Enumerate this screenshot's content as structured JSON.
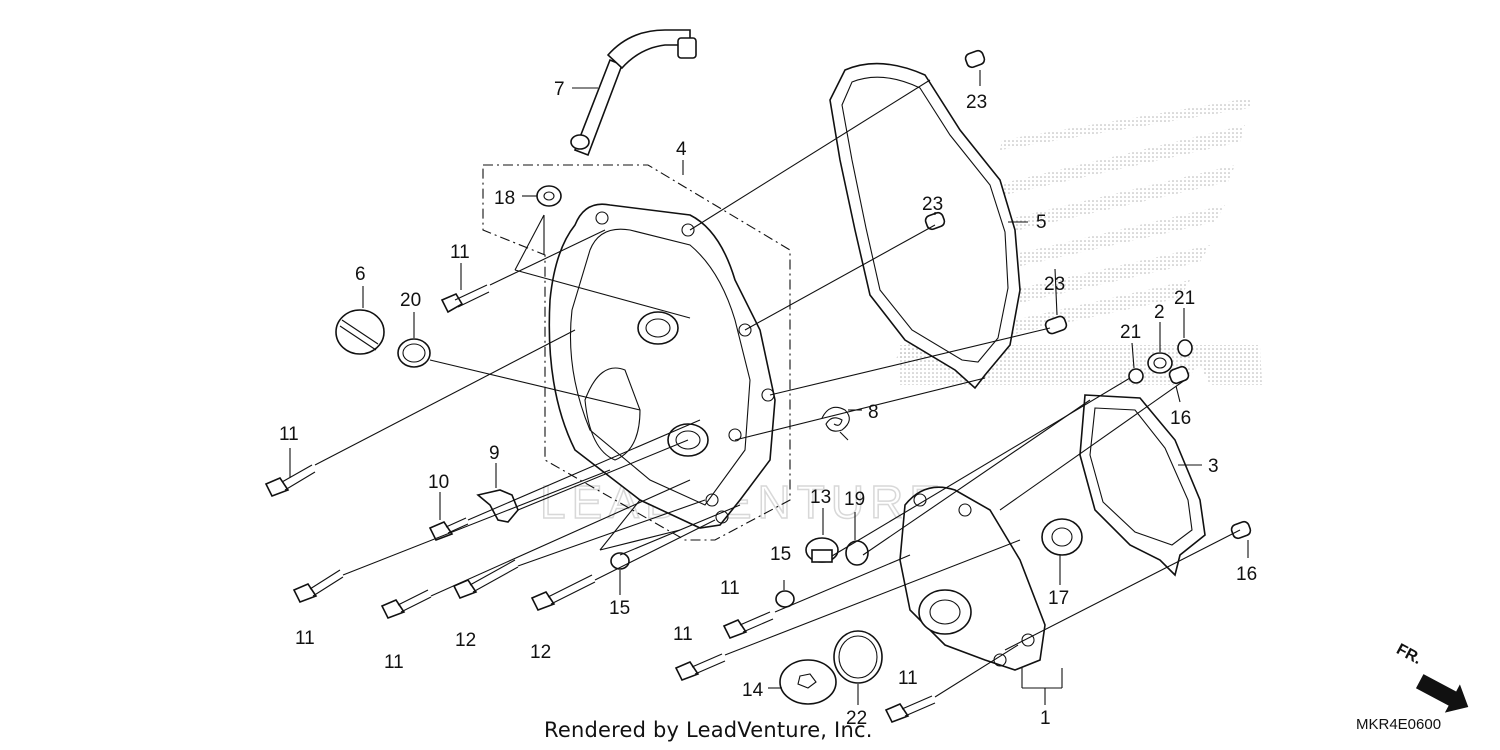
{
  "footer": {
    "credit": "Rendered by LeadVenture, Inc.",
    "diagram_code": "MKR4E0600"
  },
  "direction_arrow": {
    "label": "FR."
  },
  "callouts": {
    "c1": "1",
    "c2": "2",
    "c3": "3",
    "c4": "4",
    "c5": "5",
    "c6": "6",
    "c7": "7",
    "c8": "8",
    "c9": "9",
    "c10": "10",
    "c11a": "11",
    "c11b": "11",
    "c11c": "11",
    "c11d": "11",
    "c11e": "11",
    "c11f": "11",
    "c11g": "11",
    "c12a": "12",
    "c12b": "12",
    "c13": "13",
    "c14": "14",
    "c15a": "15",
    "c15b": "15",
    "c16a": "16",
    "c16b": "16",
    "c17": "17",
    "c18": "18",
    "c19": "19",
    "c20": "20",
    "c21a": "21",
    "c21b": "21",
    "c22": "22",
    "c23a": "23",
    "c23b": "23",
    "c23c": "23"
  },
  "icons": {
    "watermark": "wing-logo-watermark",
    "arrow": "front-direction-arrow-icon"
  }
}
